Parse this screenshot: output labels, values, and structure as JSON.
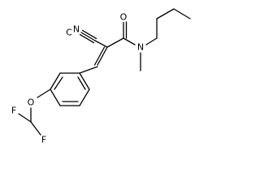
{
  "molecule": {
    "atoms": {
      "nitrile_N": "N",
      "nitrile_C": "C",
      "carbonyl_O": "O",
      "amide_N": "N",
      "ether_O": "O",
      "fluorine_upper": "F",
      "fluorine_lower": "F"
    },
    "colors": {
      "bond": "#000000",
      "label": "#000000",
      "background": "#ffffff"
    }
  }
}
